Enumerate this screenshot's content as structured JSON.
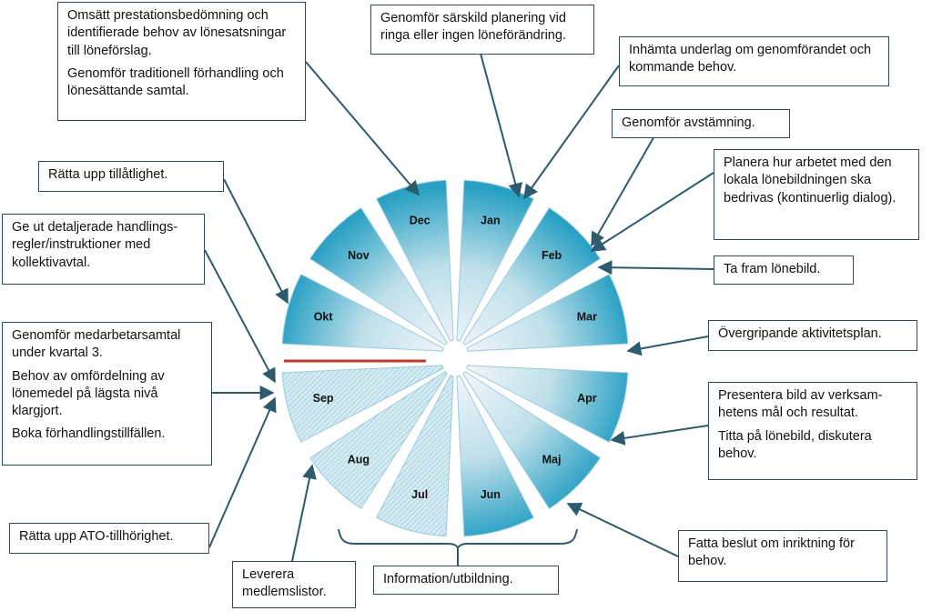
{
  "months": [
    {
      "label": "Jan",
      "pattern": "solid"
    },
    {
      "label": "Feb",
      "pattern": "solid"
    },
    {
      "label": "Mar",
      "pattern": "solid"
    },
    {
      "label": "Apr",
      "pattern": "solid"
    },
    {
      "label": "Maj",
      "pattern": "solid"
    },
    {
      "label": "Jun",
      "pattern": "solid"
    },
    {
      "label": "Jul",
      "pattern": "hatched"
    },
    {
      "label": "Aug",
      "pattern": "hatched"
    },
    {
      "label": "Sep",
      "pattern": "hatched"
    },
    {
      "label": "Okt",
      "pattern": "solid"
    },
    {
      "label": "Nov",
      "pattern": "solid"
    },
    {
      "label": "Dec",
      "pattern": "solid"
    }
  ],
  "colors": {
    "segment_light": "#f4f6fb",
    "segment_mid": "#bfe0ea",
    "segment_dark": "#2aa1c4",
    "hatched_fill": "#c9e6f0",
    "arrow": "#2e5a6e",
    "box_border": "#2e4a5e",
    "highlight_line": "#c0392b"
  },
  "notes": {
    "dec": {
      "p1": "Omsätt prestationsbedömning och identifierade behov av lönesatsningar till löneförslag.",
      "p2": "Genomför traditionell förhandling och lönesättande samtal."
    },
    "jan_planning": "Genomför särskild planering vid ringa eller ingen löneförändring.",
    "jan_underlag": "Inhämta underlag om genomförandet och kommande behov.",
    "feb_avstamning": "Genomför avstämning.",
    "feb_planera": "Planera hur arbetet med den lokala lönebildningen ska bedrivas (kontinuerlig dialog).",
    "feb_lonebild": "Ta fram lönebild.",
    "mar": "Övergripande aktivitetsplan.",
    "apr": {
      "p1": "Presentera bild av verksam-hetens mål och resultat.",
      "p2": "Titta på lönebild, diskutera behov."
    },
    "maj": "Fatta beslut om inriktning för behov.",
    "okt": "Rätta upp tillåtlighet.",
    "nov": "Ge ut detaljerade handlings-regler/instruktioner med kollektivavtal.",
    "sep": {
      "p1": "Genomför medarbetarsamtal under kvartal 3.",
      "p2": "Behov av omfördelning av lönemedel på lägsta nivå klargjort.",
      "p3": "Boka förhandlingstillfällen."
    },
    "aug_ato": "Rätta upp ATO-tillhörighet.",
    "jul": "Leverera medlemslistor.",
    "bracket": "Information/utbildning."
  }
}
